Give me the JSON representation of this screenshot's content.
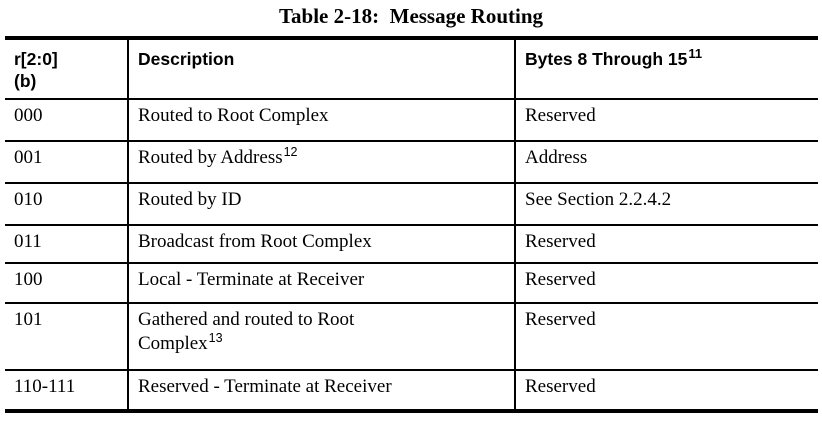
{
  "page": {
    "title": "Table 2-18:  Message Routing",
    "text_color": "#000000",
    "border_color": "#000000",
    "background_color": "#ffffff"
  },
  "table": {
    "header": {
      "col_r": {
        "line1": "r[2:0]",
        "line2": "(b)"
      },
      "col_description": "Description",
      "col_bytes": {
        "text": "Bytes 8 Through 15",
        "superscript": "11"
      }
    },
    "rows": [
      {
        "r": "000",
        "description": "Routed to Root Complex",
        "description_superscript": "",
        "bytes": "Reserved"
      },
      {
        "r": "001",
        "description": "Routed by Address",
        "description_superscript": "12",
        "bytes": "Address"
      },
      {
        "r": "010",
        "description": "Routed by ID",
        "description_superscript": "",
        "bytes": "See Section 2.2.4.2"
      },
      {
        "r": "011",
        "description": "Broadcast from Root Complex",
        "description_superscript": "",
        "bytes": "Reserved"
      },
      {
        "r": "100",
        "description": "Local - Terminate at Receiver",
        "description_superscript": "",
        "bytes": "Reserved"
      },
      {
        "r": "101",
        "description": "Gathered and routed to Root Complex",
        "description_superscript": "13",
        "bytes": "Reserved"
      },
      {
        "r": "110-111",
        "description": "Reserved - Terminate at Receiver",
        "description_superscript": "",
        "bytes": "Reserved"
      }
    ]
  }
}
